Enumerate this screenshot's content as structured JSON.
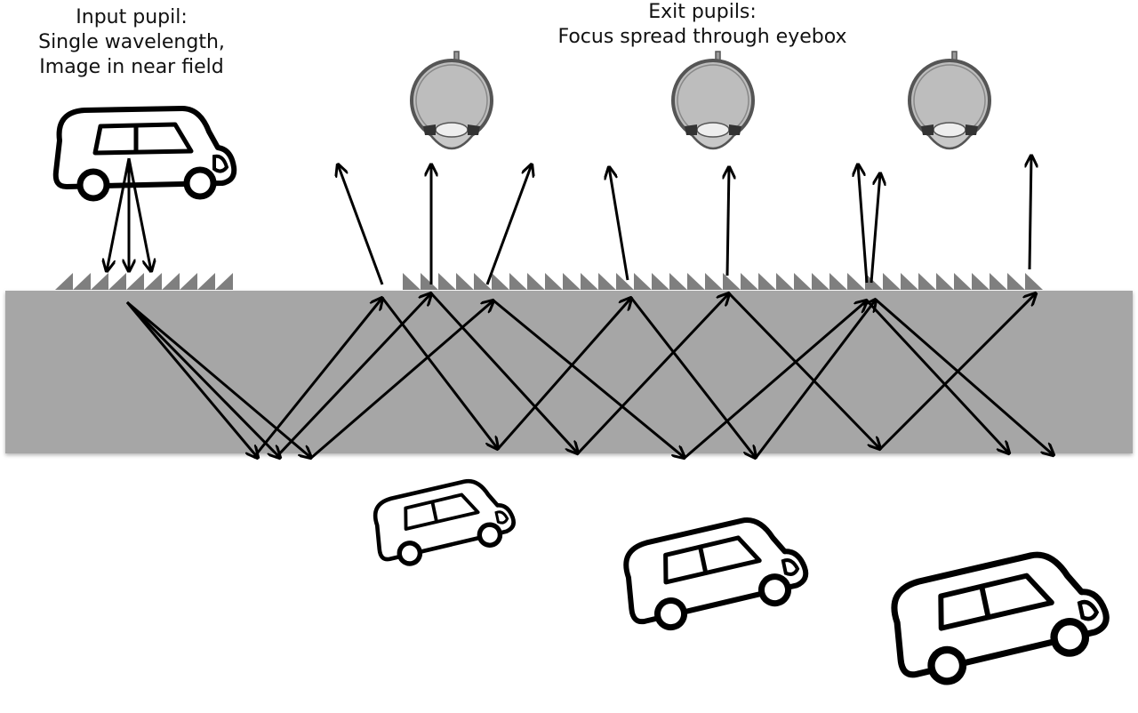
{
  "labels": {
    "input_title": "Input pupil:",
    "input_line2": "Single wavelength,",
    "input_line3": "Image in near field",
    "exit_title": "Exit pupils:",
    "exit_line2": "Focus spread through eyebox"
  },
  "colors": {
    "waveguide": "#a6a6a6",
    "grating": "#7f7f7f",
    "eye_fill": "#bdbdbd",
    "eye_outline": "#555555",
    "ray": "#000000"
  },
  "components": {
    "input_car": "car-icon",
    "eyes": [
      "eye-icon",
      "eye-icon",
      "eye-icon"
    ],
    "virtual_images": [
      "car-icon",
      "car-icon",
      "car-icon"
    ]
  }
}
